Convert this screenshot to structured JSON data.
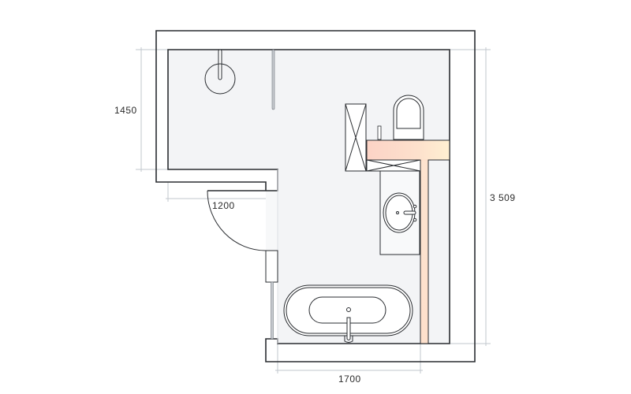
{
  "plan": {
    "type": "bathroom floor plan",
    "dimensions": {
      "shower_depth": "1450",
      "shower_width": "1200",
      "room_length": "3 509",
      "room_width": "1700"
    },
    "colors": {
      "wall": "#ffffff",
      "line": "#2a2d31",
      "floor": "#f3f4f6",
      "dimension_line": "#b8bec6",
      "shelf_start": "#fcd3c6",
      "shelf_end": "#fff0d2"
    }
  }
}
